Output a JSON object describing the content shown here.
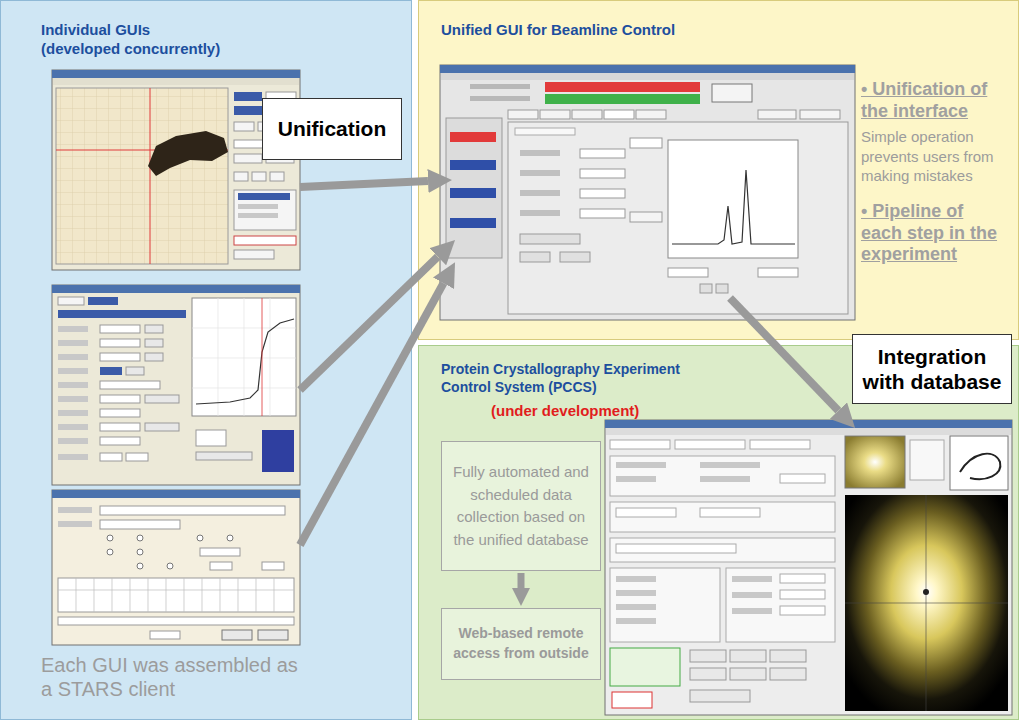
{
  "diagram": {
    "nodes": [
      {
        "text": [
          "Individual GUIs (developed concurrently)",
          "Each GUI was assembled as a STARS client"
        ]
      },
      {
        "text": [
          "Unification"
        ]
      },
      {
        "text": [
          "Unified GUI for Beamline Control",
          "• Unification of the interface",
          "Simple operation prevents users from making mistakes",
          "• Pipeline of each step in the experiment"
        ]
      },
      {
        "text": [
          "Integration with database"
        ]
      },
      {
        "text": [
          "Protein Crystallography Experiment Control System (PCCS)",
          "(under development)"
        ]
      },
      {
        "text": [
          "Fully automated and scheduled data collection based on the unified database"
        ],
        "in": 4
      },
      {
        "text": [
          "Web-based remote access from outside"
        ],
        "in": 4
      }
    ],
    "edges": [
      {
        "from": 5,
        "to": 6,
        "arrow": "to"
      }
    ]
  }
}
